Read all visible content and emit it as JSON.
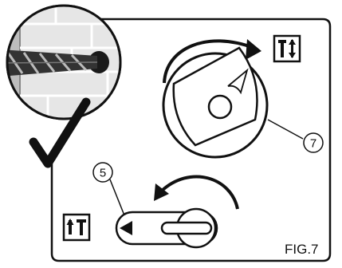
{
  "figure": {
    "label": "FIG.7",
    "callouts": [
      {
        "id": "callout-7",
        "text": "7"
      },
      {
        "id": "callout-5",
        "text": "5"
      }
    ],
    "icons": {
      "top": "hammer-drill-mode-icon",
      "bottom": "drill-only-mode-icon",
      "check": "checkmark-icon",
      "wall_detail": "drill-bit-in-brick-wall-detail"
    }
  }
}
